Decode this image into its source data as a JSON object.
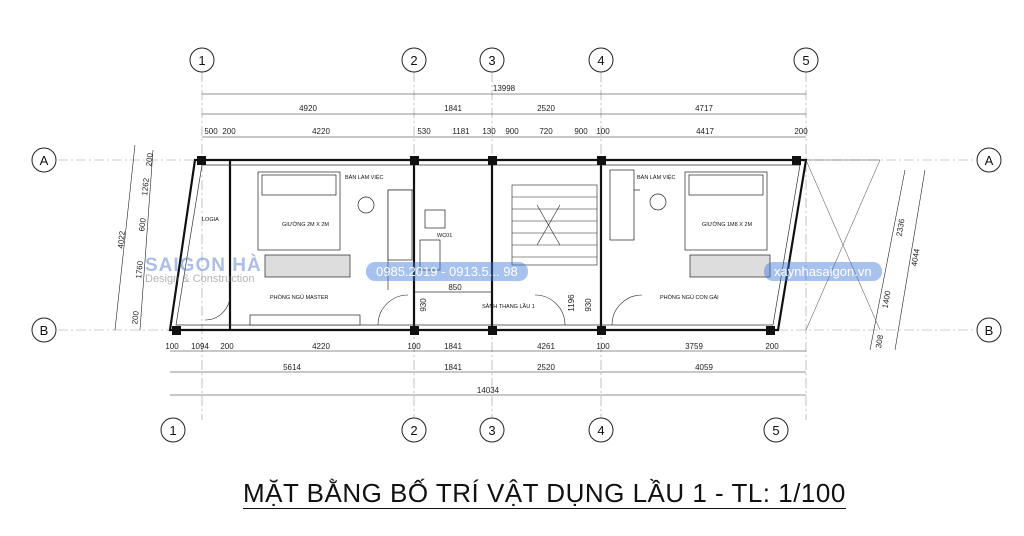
{
  "title": "MẶT BẰNG BỐ TRÍ VẬT DỤNG LẦU 1 - TL: 1/100",
  "axes_numbers": [
    "1",
    "2",
    "3",
    "4",
    "5"
  ],
  "axes_letters": [
    "A",
    "B"
  ],
  "dims_top": {
    "total": "13998",
    "spans": [
      "4920",
      "1841",
      "2520",
      "4717"
    ],
    "detail": [
      "500",
      "200",
      "4220",
      "530",
      "1181",
      "130",
      "900",
      "720",
      "900",
      "100",
      "4417",
      "200"
    ]
  },
  "dims_bottom": {
    "detail": [
      "100",
      "1094",
      "200",
      "4220",
      "100",
      "1841",
      "4261",
      "100",
      "3759",
      "200"
    ],
    "spans": [
      "5614",
      "1841",
      "2520",
      "4059"
    ],
    "total": "14034"
  },
  "dims_left": [
    "200",
    "1262",
    "600",
    "1760",
    "200",
    "4022"
  ],
  "dims_right": [
    "2336",
    "1400",
    "308",
    "4044"
  ],
  "dims_inner": [
    "850",
    "930",
    "1196",
    "930"
  ],
  "rooms": {
    "ban_lam_viec_1": "BÀN LÀM VIỆC",
    "giuong_1": "GIƯỜNG 2M X 2M",
    "phong_ngu_master": "PHÒNG NGỦ MASTER",
    "logia": "LOGIA",
    "wc": "WC01",
    "sanh": "SẢNH THANG LẦU 1",
    "ban_lam_viec_2": "BÀN LÀM VIỆC",
    "giuong_2": "GIƯỜNG 1M8 X 2M",
    "phong_ngu_con_gai": "PHÒNG NGỦ CON GÁI"
  },
  "watermark_phone": "0985.2019 - 0913.5... 98",
  "watermark_site": "xaynhasaigon.vn",
  "brand_name": "SAIGON HÀ",
  "brand_sub": "Design & Construction",
  "colors": {
    "line": "#222222",
    "watermark": "#3c78dc"
  }
}
